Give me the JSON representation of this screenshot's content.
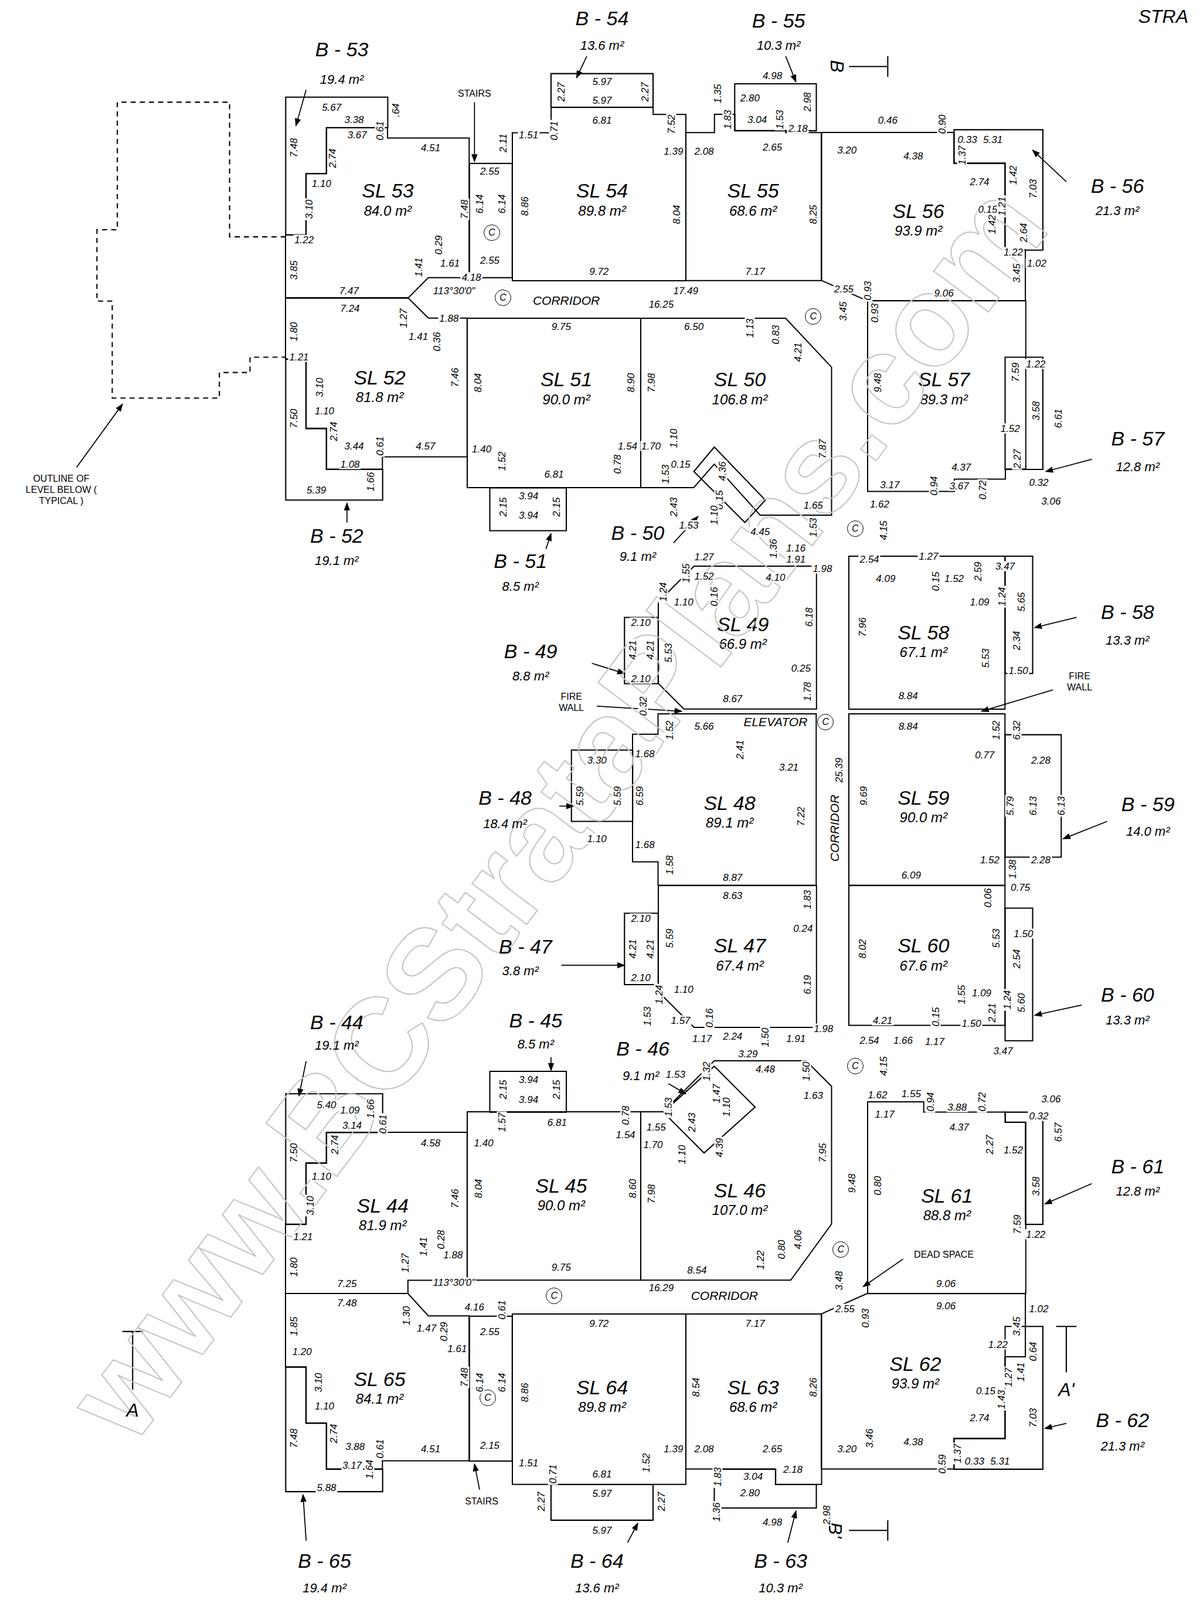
{
  "diagram": {
    "nodes": [
      {
        "text": [
          "SL 53",
          "84.0 m²"
        ]
      },
      {
        "text": [
          "SL 54",
          "89.8 m²"
        ]
      },
      {
        "text": [
          "SL 55",
          "68.6 m²"
        ]
      },
      {
        "text": [
          "SL 56",
          "93.9 m²"
        ]
      },
      {
        "text": [
          "SL 52",
          "81.8 m²"
        ]
      },
      {
        "text": [
          "SL 51",
          "90.0 m²"
        ]
      },
      {
        "text": [
          "SL 50",
          "106.8 m²"
        ]
      },
      {
        "text": [
          "SL 57",
          "89.3 m²"
        ]
      },
      {
        "text": [
          "SL 49",
          "66.9 m²"
        ]
      },
      {
        "text": [
          "SL 58",
          "67.1 m²"
        ]
      },
      {
        "text": [
          "SL 48",
          "89.1 m²"
        ]
      },
      {
        "text": [
          "SL 59",
          "90.0 m²"
        ]
      },
      {
        "text": [
          "SL 47",
          "67.4 m²"
        ]
      },
      {
        "text": [
          "SL 60",
          "67.6 m²"
        ]
      },
      {
        "text": [
          "SL 44",
          "81.9 m²"
        ]
      },
      {
        "text": [
          "SL 45",
          "90.0 m²"
        ]
      },
      {
        "text": [
          "SL 46",
          "107.0 m²"
        ]
      },
      {
        "text": [
          "SL 61",
          "88.8 m²"
        ]
      },
      {
        "text": [
          "SL 65",
          "84.1 m²"
        ]
      },
      {
        "text": [
          "SL 64",
          "89.8 m²"
        ]
      },
      {
        "text": [
          "SL 63",
          "68.6 m²"
        ]
      },
      {
        "text": [
          "SL 62",
          "93.9 m²"
        ]
      },
      {
        "text": [
          "C"
        ]
      },
      {
        "text": [
          "C"
        ]
      },
      {
        "text": [
          "C"
        ]
      },
      {
        "text": [
          "C"
        ]
      },
      {
        "text": [
          "C"
        ]
      },
      {
        "text": [
          "C"
        ]
      },
      {
        "text": [
          "C"
        ]
      },
      {
        "text": [
          "C"
        ]
      },
      {
        "text": [
          "C"
        ]
      }
    ],
    "labels": [
      "B - 53",
      "19.4 m²",
      "B - 54",
      "13.6 m²",
      "B - 55",
      "10.3 m²",
      "B - 56",
      "21.3 m²",
      "B - 52",
      "19.1 m²",
      "B - 51",
      "8.5 m²",
      "B - 50",
      "9.1 m²",
      "B - 57",
      "12.8 m²",
      "B - 49",
      "8.8 m²",
      "B - 58",
      "13.3 m²",
      "B - 48",
      "18.4 m²",
      "B - 59",
      "14.0 m²",
      "B - 47",
      "3.8 m²",
      "B - 60",
      "13.3 m²",
      "B - 44",
      "19.1 m²",
      "B - 45",
      "8.5 m²",
      "B - 46",
      "9.1 m²",
      "B - 61",
      "12.8 m²",
      "B - 65",
      "19.4 m²",
      "B - 64",
      "13.6 m²",
      "B - 63",
      "10.3 m²",
      "B - 62",
      "21.3 m²",
      "STAIRS",
      "STAIRS",
      "CORRIDOR",
      "CORRIDOR",
      "CORRIDOR",
      "ELEVATOR",
      "FIRE WALL",
      "FIRE WALL",
      "DEAD SPACE",
      "OUTLINE OF LEVEL BELOW ( TYPICAL )",
      "B",
      "B'",
      "A",
      "A'",
      "STRA",
      "www.BCStrataPlans.com",
      "5.67",
      "3.38",
      ".64",
      "3.67",
      "0.61",
      "4.51",
      "7.48",
      "2.74",
      "1.10",
      "3.10",
      "7.48",
      "1.22",
      "3.85",
      "7.47",
      "1.61",
      "4.18",
      "2.55",
      "2.55",
      "2.11",
      "6.14",
      "6.14",
      "1.41",
      "0.29",
      "113°30'0\"",
      "7.24",
      "1.27",
      "1.41",
      "0.36",
      "1.88",
      "1.80",
      "1.21",
      "3.10",
      "1.10",
      "7.50",
      "2.74",
      "3.44",
      "0.61",
      "4.57",
      "7.46",
      "1.08",
      "5.39",
      "1.66",
      "16.25",
      "9.75",
      "8.04",
      "8.90",
      "1.40",
      "1.52",
      "6.81",
      "0.78",
      "1.54",
      "3.94",
      "3.94",
      "2.15",
      "2.15",
      "6.50",
      "1.13",
      "0.83",
      "4.21",
      "7.98",
      "7.87",
      "1.70",
      "1.10",
      "0.15",
      "1.53",
      "4.36",
      "0.15",
      "2.43",
      "1.53",
      "1.10",
      "4.45",
      "1.65",
      "1.53",
      "5.97",
      "5.97",
      "2.27",
      "2.27",
      "6.81",
      "1.51",
      "0.71",
      "1.39",
      "7.52",
      "8.86",
      "8.04",
      "9.72",
      "17.49",
      "1.35",
      "4.98",
      "2.80",
      "1.83",
      "3.04",
      "1.53",
      "2.98",
      "2.18",
      "2.08",
      "2.65",
      "8.25",
      "7.17",
      "3.20",
      "0.46",
      "4.38",
      "0.90",
      "0.33",
      "5.31",
      "1.37",
      "2.74",
      "1.42",
      "0.15",
      "1.21",
      "1.42",
      "7.03",
      "2.64",
      "1.22",
      "1.02",
      "3.45",
      "9.06",
      "2.55",
      "0.93",
      "3.45",
      "0.93",
      "9.48",
      "7.59",
      "1.22",
      "3.58",
      "6.61",
      "1.52",
      "2.27",
      "4.37",
      "3.17",
      "0.94",
      "3.67",
      "0.72",
      "0.32",
      "3.06",
      "1.62",
      "4.15",
      "1.98",
      "1.27",
      "1.52",
      "1.55",
      "1.10",
      "1.24",
      "0.16",
      "1.36",
      "1.16",
      "1.91",
      "4.10",
      "2.10",
      "4.21",
      "4.21",
      "2.10",
      "5.53",
      "6.18",
      "0.25",
      "1.78",
      "8.67",
      "2.54",
      "1.27",
      "4.09",
      "0.15",
      "1.52",
      "2.59",
      "3.47",
      "1.24",
      "1.09",
      "5.65",
      "2.34",
      "7.96",
      "5.53",
      "1.50",
      "8.84",
      "0.32",
      "1.52",
      "5.66",
      "2.41",
      "3.21",
      "1.68",
      "3.30",
      "5.59",
      "5.59",
      "6.59",
      "1.10",
      "1.68",
      "1.58",
      "7.22",
      "8.87",
      "25.39",
      "8.84",
      "1.52",
      "6.32",
      "0.77",
      "2.28",
      "9.69",
      "5.79",
      "6.13",
      "6.13",
      "1.52",
      "1.38",
      "2.28",
      "6.09",
      "8.63",
      "1.83",
      "0.24",
      "2.10",
      "4.21",
      "4.21",
      "2.10",
      "5.59",
      "6.19",
      "1.24",
      "1.53",
      "1.10",
      "1.57",
      "0.16",
      "1.17",
      "2.24",
      "1.50",
      "1.91",
      "3.29",
      "1.98",
      "0.75",
      "0.06",
      "8.02",
      "5.53",
      "1.50",
      "2.54",
      "1.09",
      "1.55",
      "1.24",
      "5.60",
      "2.21",
      "1.50",
      "4.21",
      "0.15",
      "2.54",
      "1.66",
      "1.17",
      "3.47",
      "4.15",
      "1.53",
      "1.32",
      "1.47",
      "4.48",
      "1.50",
      "1.63",
      "2.43",
      "1.10",
      "1.53",
      "1.55",
      "4.39",
      "1.10",
      "1.70",
      "7.95",
      "7.98",
      "4.06",
      "0.80",
      "1.22",
      "8.54",
      "3.94",
      "3.94",
      "2.15",
      "2.15",
      "1.57",
      "6.81",
      "0.78",
      "1.54",
      "1.40",
      "8.04",
      "8.60",
      "9.75",
      "16.29",
      "5.40",
      "1.09",
      "1.66",
      "3.14",
      "0.61",
      "4.58",
      "2.74",
      "7.50",
      "1.10",
      "3.10",
      "7.46",
      "1.21",
      "1.80",
      "7.25",
      "1.27",
      "1.41",
      "0.28",
      "1.88",
      "113°30'0\"",
      "7.48",
      "1.30",
      "1.47",
      "0.29",
      "4.16",
      "0.61",
      "2.55",
      "1.61",
      "1.85",
      "1.20",
      "3.10",
      "1.10",
      "7.48",
      "2.74",
      "7.48",
      "6.14",
      "6.14",
      "3.88",
      "0.61",
      "4.51",
      "3.17",
      "1.64",
      "5.88",
      "2.15",
      "9.72",
      "8.86",
      "1.51",
      "0.71",
      "6.81",
      "1.52",
      "1.39",
      "2.27",
      "5.97",
      "2.27",
      "5.97",
      "7.17",
      "8.54",
      "8.26",
      "2.08",
      "2.65",
      "1.83",
      "3.04",
      "2.18",
      "1.36",
      "2.80",
      "2.98",
      "4.98",
      "9.06",
      "9.06",
      "2.55",
      "0.93",
      "3.48",
      "3.45",
      "1.02",
      "1.22",
      "0.64",
      "1.41",
      "1.27",
      "1.43",
      "0.15",
      "2.74",
      "7.03",
      "3.20",
      "3.46",
      "4.38",
      "1.37",
      "0.33",
      "5.31",
      "0.59",
      "1.62",
      "1.55",
      "0.94",
      "3.88",
      "0.72",
      "3.06",
      "1.17",
      "4.37",
      "0.32",
      "2.27",
      "1.52",
      "6.57",
      "3.58",
      "1.22",
      "7.59",
      "9.48",
      "0.80"
    ]
  }
}
